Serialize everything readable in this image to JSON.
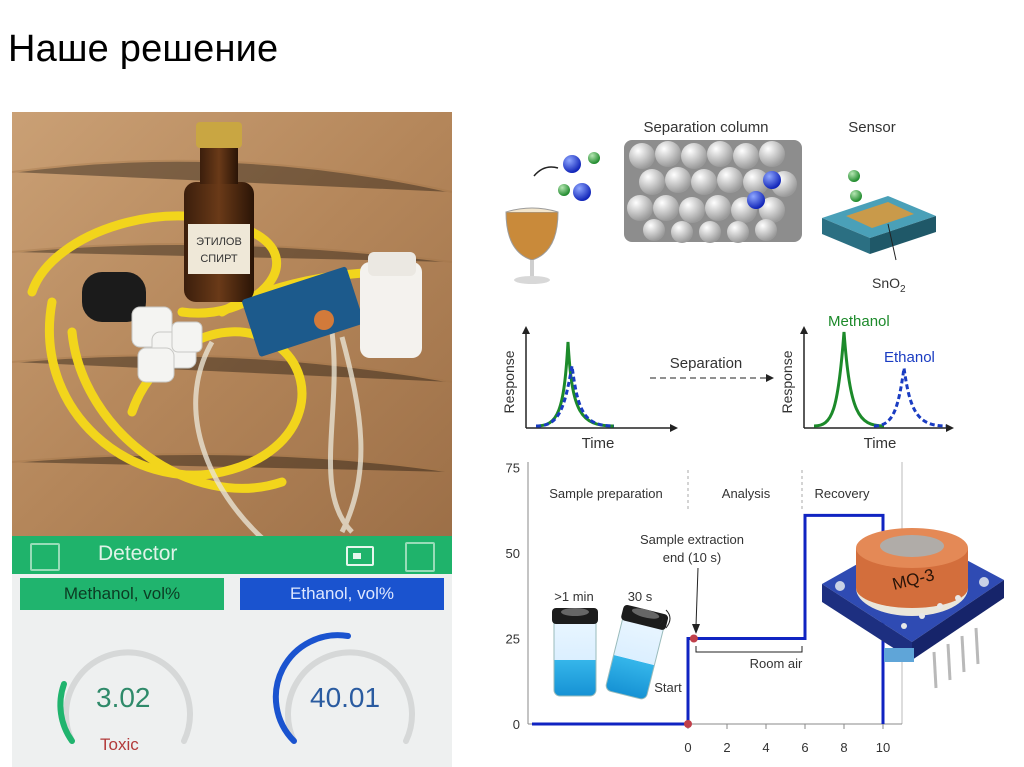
{
  "slide": {
    "title": "Наше решение"
  },
  "app": {
    "header_title": "Detector",
    "methanol_label": "Methanol, vol%",
    "ethanol_label": "Ethanol, vol%",
    "methanol_value": "3.02",
    "ethanol_value": "40.01",
    "methanol_status": "Toxic",
    "colors": {
      "green": "#1fb36b",
      "blue": "#1a53cf"
    }
  },
  "photo": {
    "bottle_label_1": "ЭТИЛОВ",
    "bottle_label_2": "СПИРТ"
  },
  "diagram": {
    "separation_column": "Separation column",
    "sensor": "Sensor",
    "sno2_main": "SnO",
    "sno2_sub": "2",
    "response_left": "Response",
    "time_left": "Time",
    "separation": "Separation",
    "methanol": "Methanol",
    "ethanol": "Ethanol",
    "response_right": "Response",
    "time_right": "Time"
  },
  "chart_data": {
    "type": "line",
    "y_ticks": [
      "75",
      "50",
      "25",
      "0"
    ],
    "x_ticks": [
      "0",
      "2",
      "4",
      "6",
      "8",
      "10"
    ],
    "ylim": [
      0,
      75
    ],
    "phases": [
      "Sample preparation",
      "Analysis",
      "Recovery"
    ],
    "annotations": {
      "sample_extraction": "Sample extraction",
      "sample_extraction_2": "end (10 s)",
      "min": ">1 min",
      "sec": "30 s",
      "start": "Start",
      "room_air": "Room air"
    },
    "series": [
      {
        "x": [
          -8,
          0,
          0,
          0.3,
          6,
          6,
          10,
          10
        ],
        "y": [
          0,
          0,
          25,
          25,
          25,
          61,
          61,
          0
        ]
      }
    ]
  },
  "sensor_module": {
    "label": "MQ-3"
  }
}
